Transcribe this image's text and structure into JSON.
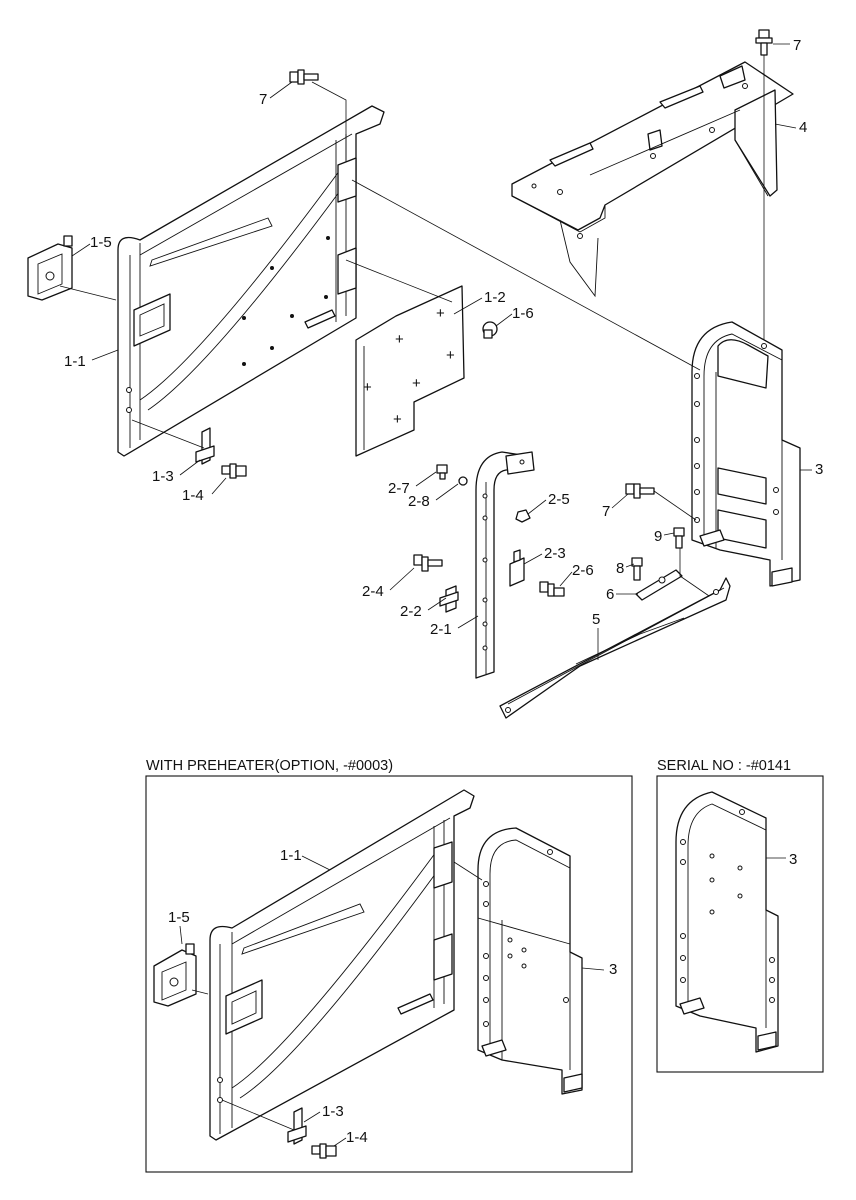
{
  "insets": {
    "preheater": {
      "caption": "WITH PREHEATER(OPTION, -#0003)"
    },
    "serial": {
      "caption": "SERIAL NO : -#0141"
    }
  },
  "callouts": {
    "bolt_top_left": "7",
    "bolt_top_right": "7",
    "bracket": "4",
    "latch": "1-5",
    "panel_1_2": "1-2",
    "grommet": "1-6",
    "door": "1-1",
    "stay": "3",
    "clip_1_3": "1-3",
    "bolt_1_4": "1-4",
    "bolt_2_7": "2-7",
    "washer_2_8": "2-8",
    "nut_2_5": "2-5",
    "bolt_mid_right": "7",
    "pin_9": "9",
    "bracket_2_3": "2-3",
    "bolt_2_6": "2-6",
    "bolt_2_4": "2-4",
    "bolt_8": "8",
    "link_6": "6",
    "clip_2_2": "2-2",
    "post_2_1": "2-1",
    "rail_5": "5",
    "ins_door": "1-1",
    "ins_stay": "3",
    "ins_latch": "1-5",
    "ins_clip": "1-3",
    "ins_bolt": "1-4",
    "ser_stay": "3"
  }
}
